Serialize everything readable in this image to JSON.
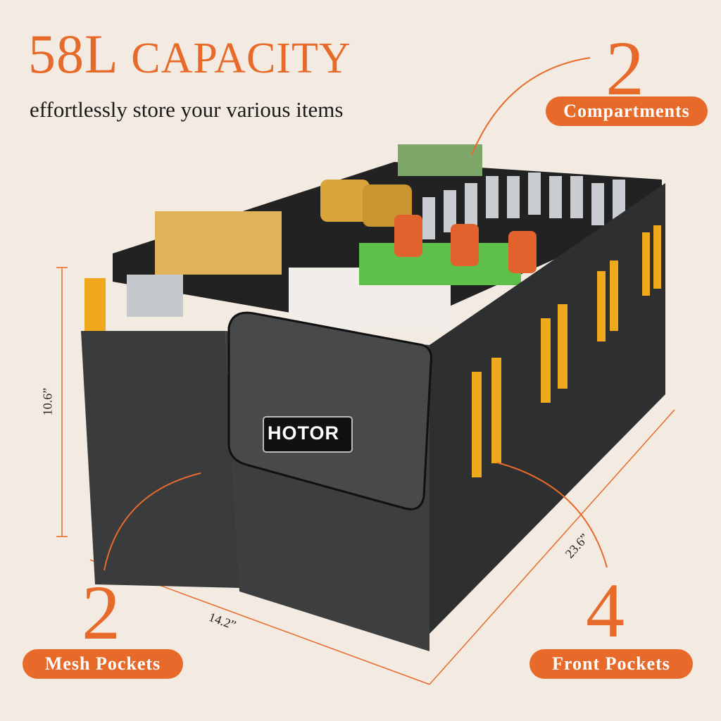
{
  "headline": {
    "number": "58L",
    "word": "CAPACITY"
  },
  "subtitle": "effortlessly store your various items",
  "callouts": {
    "compartments": {
      "count": "2",
      "label": "Compartments"
    },
    "mesh_pockets": {
      "count": "2",
      "label": "Mesh Pockets"
    },
    "front_pockets": {
      "count": "4",
      "label": "Front Pockets"
    }
  },
  "dimensions": {
    "height": "10.6”",
    "width": "14.2”",
    "length": "23.6”"
  },
  "brand_logo": "HOTOR",
  "colors": {
    "background": "#f3ebe2",
    "accent": "#e86a2a",
    "bag": "#3a3b3d"
  }
}
